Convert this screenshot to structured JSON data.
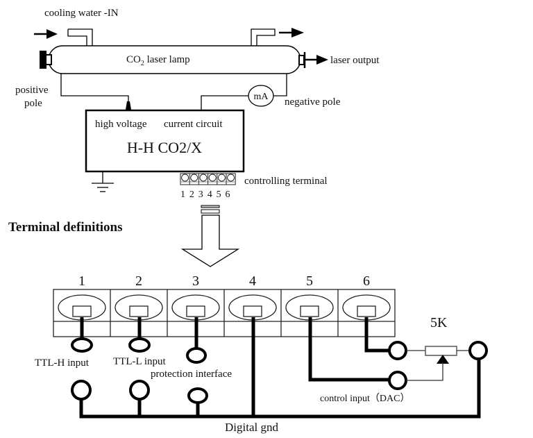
{
  "top": {
    "cooling_water_in": "cooling water -IN",
    "lamp_label_main": "CO",
    "lamp_label_sub": "2",
    "lamp_label_rest": " laser lamp",
    "laser_output": "laser output",
    "positive_pole_line1": "positive",
    "positive_pole_line2": "pole",
    "negative_pole": "negative pole",
    "meter": "mA",
    "high_voltage": "high voltage",
    "current_circuit": "current circuit",
    "device_name": "H-H CO2/X",
    "controlling_terminal": "controlling terminal",
    "terminal_numbers": "1 2 3 4 5 6"
  },
  "section_title": "Terminal definitions",
  "terminals": [
    {
      "number": "1",
      "label": "TTL-H input"
    },
    {
      "number": "2",
      "label": "TTL-L input"
    },
    {
      "number": "3",
      "label": "protection interface"
    },
    {
      "number": "4",
      "label": ""
    },
    {
      "number": "5",
      "label": "control input（DAC）"
    },
    {
      "number": "6",
      "label": ""
    }
  ],
  "potentiometer": "5K",
  "digital_gnd": "Digital gnd"
}
